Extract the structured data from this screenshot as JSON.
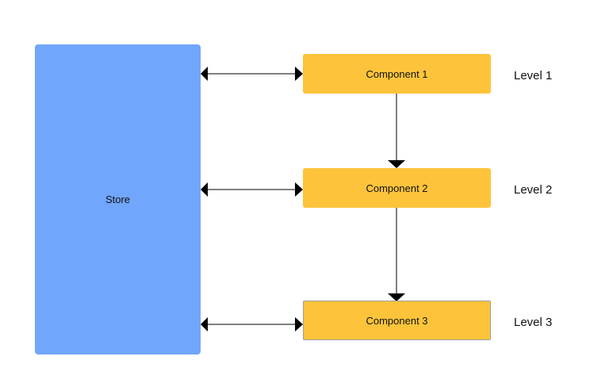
{
  "store": {
    "label": "Store",
    "color": "#70a6fb"
  },
  "components": [
    {
      "label": "Component 1",
      "level": "Level 1"
    },
    {
      "label": "Component 2",
      "level": "Level 2"
    },
    {
      "label": "Component 3",
      "level": "Level 3"
    }
  ],
  "component_color": "#fdc43b",
  "connectors": {
    "store_to_components": "bidirectional",
    "component_chain": "downward",
    "color": "#000000"
  }
}
